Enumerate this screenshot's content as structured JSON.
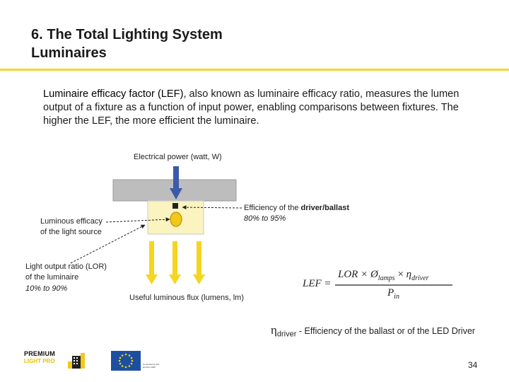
{
  "slide": {
    "title_line1": "6. The Total Lighting System",
    "title_line2": "Luminaires",
    "intro_term": "Luminaire efficacy factor (LEF)",
    "intro_rest": ", also known as luminaire efficacy ratio, measures the lumen output of a fixture as a function of input power, enabling comparisons between fixtures. The higher the LEF, the more efficient the luminaire.",
    "page_number": "34"
  },
  "diagram": {
    "electrical_power": "Electrical power (watt, W)",
    "driver_efficiency_a": "Efficiency of the ",
    "driver_efficiency_b": "driver/ballast",
    "driver_range": "80% to 95%",
    "luminous_efficacy_1": "Luminous efficacy",
    "luminous_efficacy_2": "of the light source",
    "lor_1": "Light output ratio (LOR)",
    "lor_2": "of the luminaire",
    "lor_range": "10% to 90%",
    "useful_flux": "Useful luminous flux (lumens, lm)",
    "colors": {
      "housing": "#bdbdbd",
      "chamber": "#fbf3c0",
      "arrow_yellow": "#f6d51e",
      "arrow_blue": "#3b5aa8",
      "lamp": "#f2c81a"
    }
  },
  "formula": {
    "lhs": "LEF =",
    "numerator_main": "LOR × Ø",
    "numerator_sub": "lamps",
    "numerator_times": "×",
    "eta": "η",
    "numerator_sub2": "driver",
    "denominator_main": "P",
    "denominator_sub": "in"
  },
  "legend": {
    "eta": "η",
    "sub": "driver",
    "text": " - Efficiency of the ballast or of the LED Driver"
  },
  "logos": {
    "premium_line1": "PREMIUM",
    "premium_line2": "LIGHT PRO",
    "eu_caption": "Co-funded by the Horizon 2020"
  }
}
